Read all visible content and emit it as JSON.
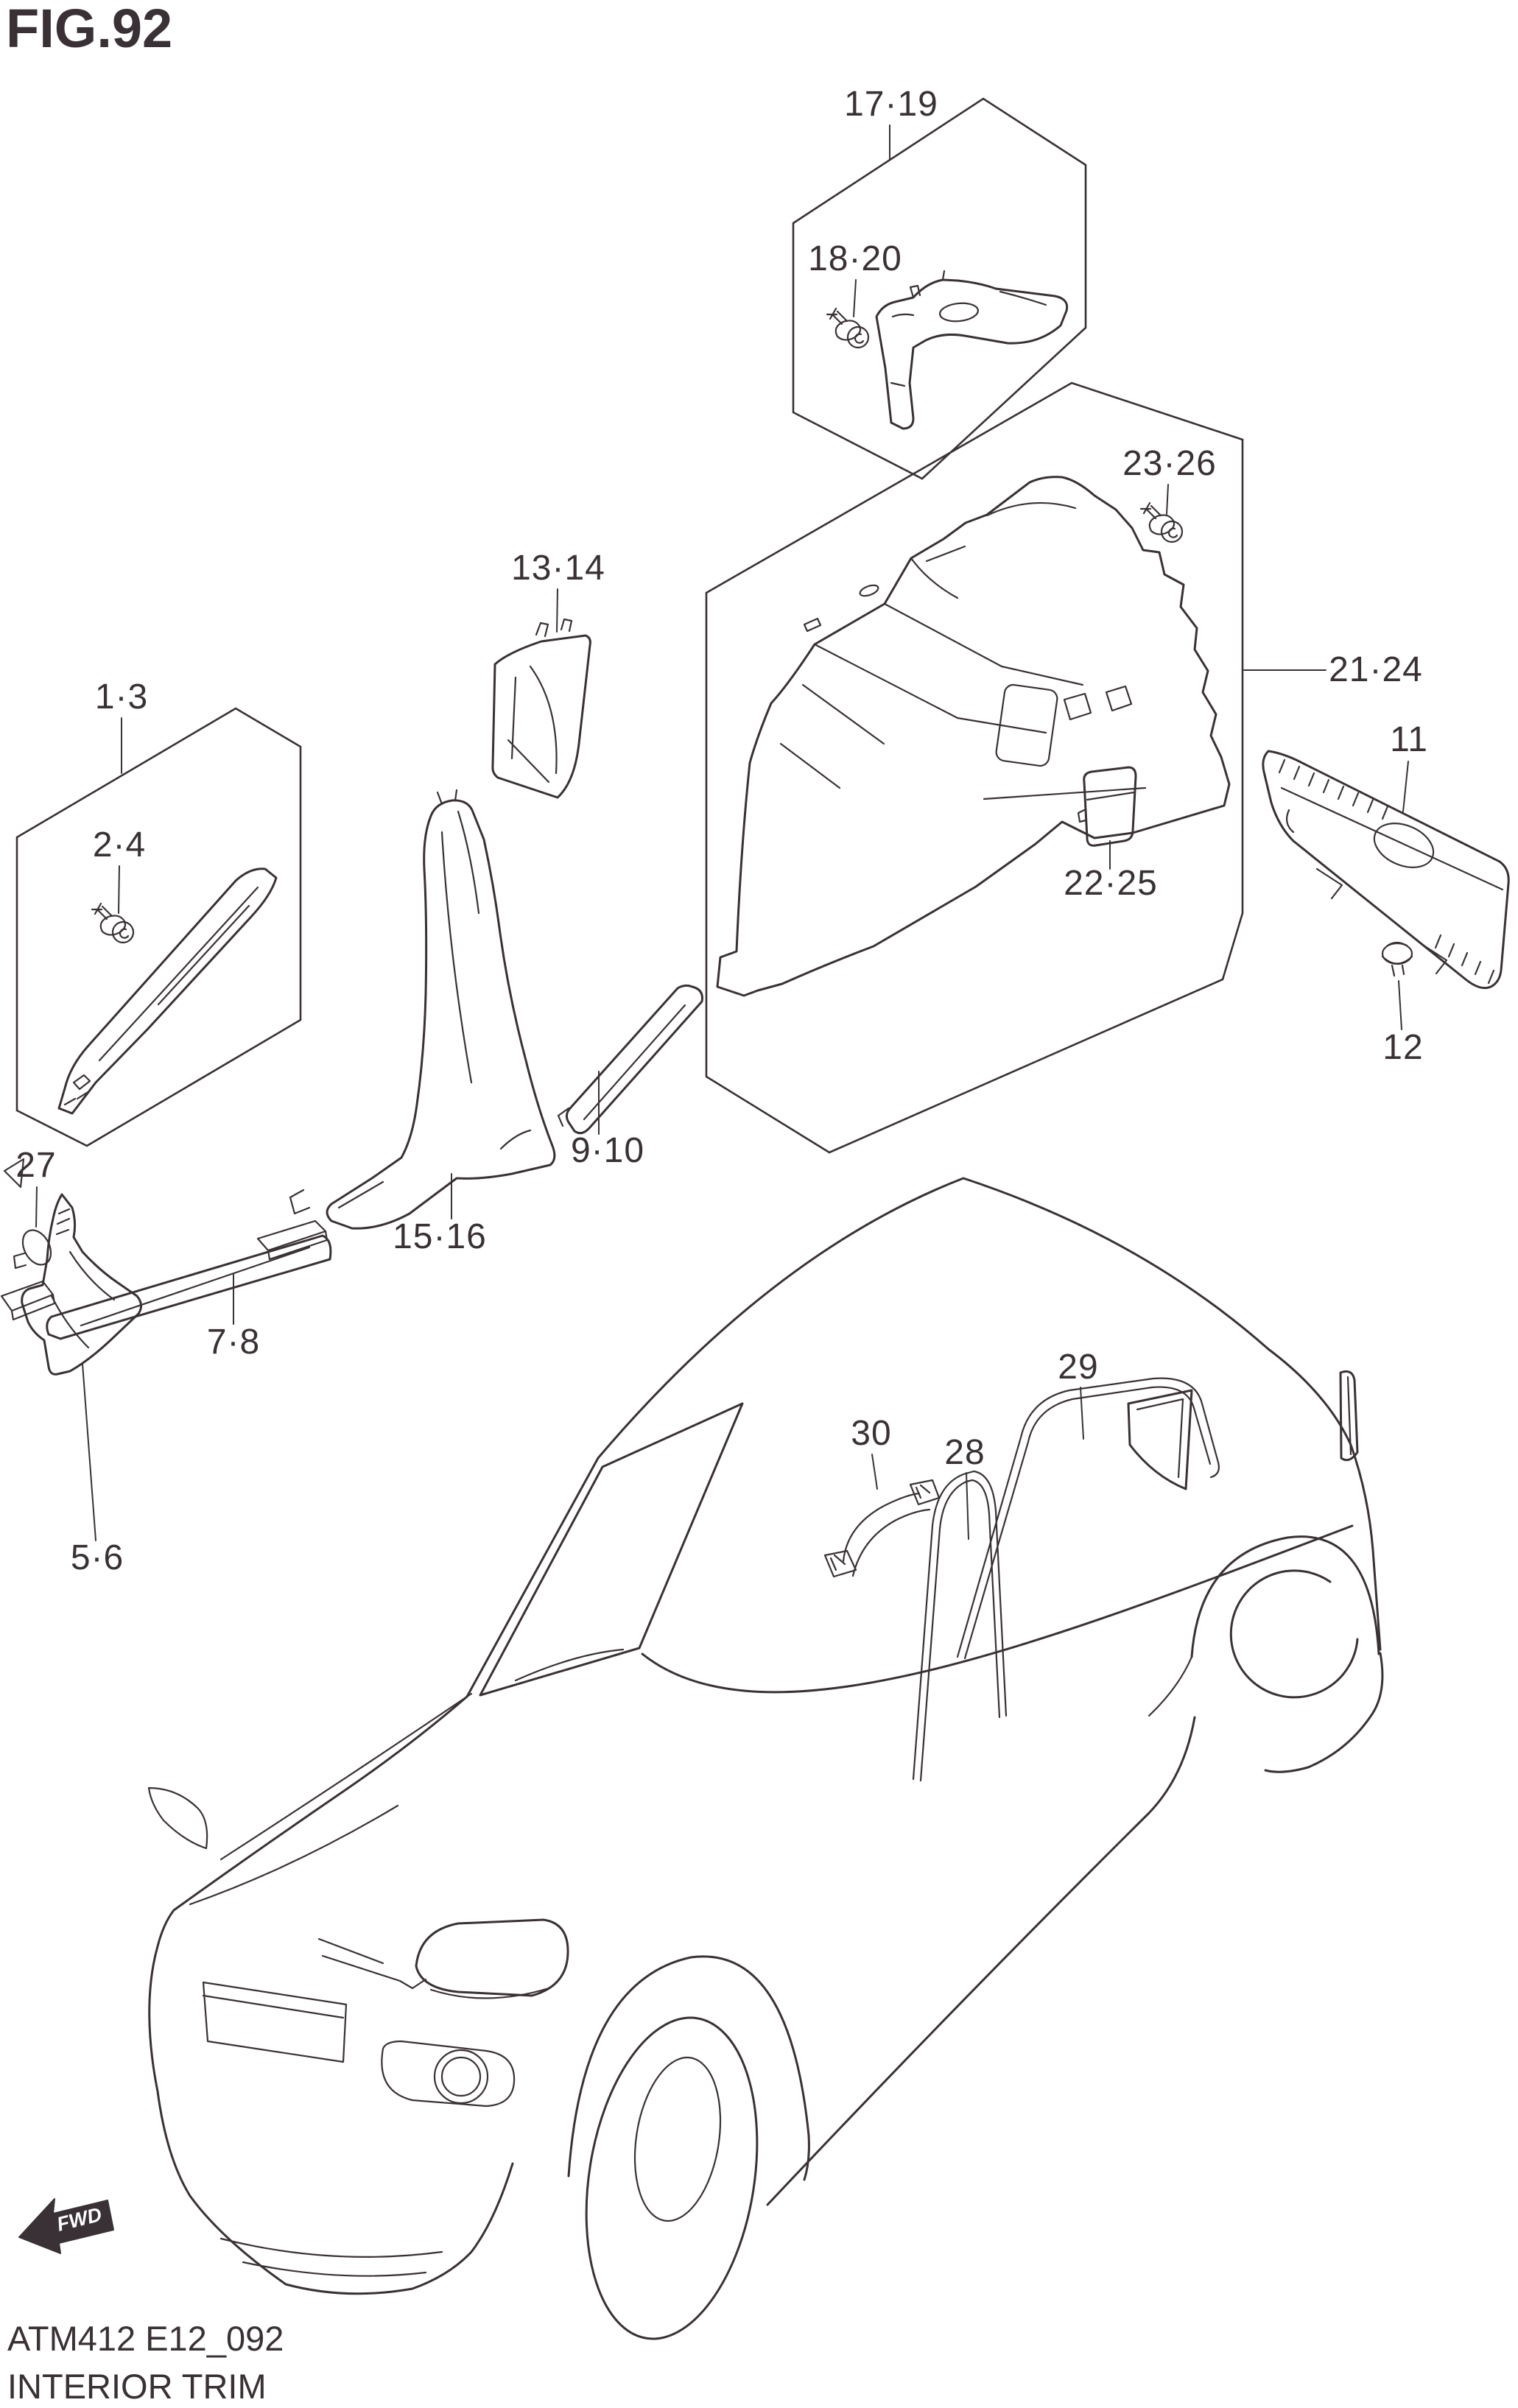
{
  "page": {
    "figure_label": "FIG.92",
    "drawing_code": "ATM412 E12_092",
    "drawing_title": "INTERIOR TRIM",
    "fwd_label": "FWD",
    "line_color": "#3a3136",
    "background_color": "#ffffff"
  },
  "callouts": [
    {
      "id": "17-19",
      "text": "17·19"
    },
    {
      "id": "18-20",
      "text": "18·20"
    },
    {
      "id": "23-26",
      "text": "23·26"
    },
    {
      "id": "13-14",
      "text": "13·14"
    },
    {
      "id": "1-3",
      "text": "1·3"
    },
    {
      "id": "2-4",
      "text": "2·4"
    },
    {
      "id": "21-24",
      "text": "21·24"
    },
    {
      "id": "11",
      "text": "11"
    },
    {
      "id": "22-25",
      "text": "22·25"
    },
    {
      "id": "12",
      "text": "12"
    },
    {
      "id": "9-10",
      "text": "9·10"
    },
    {
      "id": "15-16",
      "text": "15·16"
    },
    {
      "id": "27",
      "text": "27"
    },
    {
      "id": "7-8",
      "text": "7·8"
    },
    {
      "id": "5-6",
      "text": "5·6"
    },
    {
      "id": "30",
      "text": "30"
    },
    {
      "id": "28",
      "text": "28"
    },
    {
      "id": "29",
      "text": "29"
    }
  ]
}
